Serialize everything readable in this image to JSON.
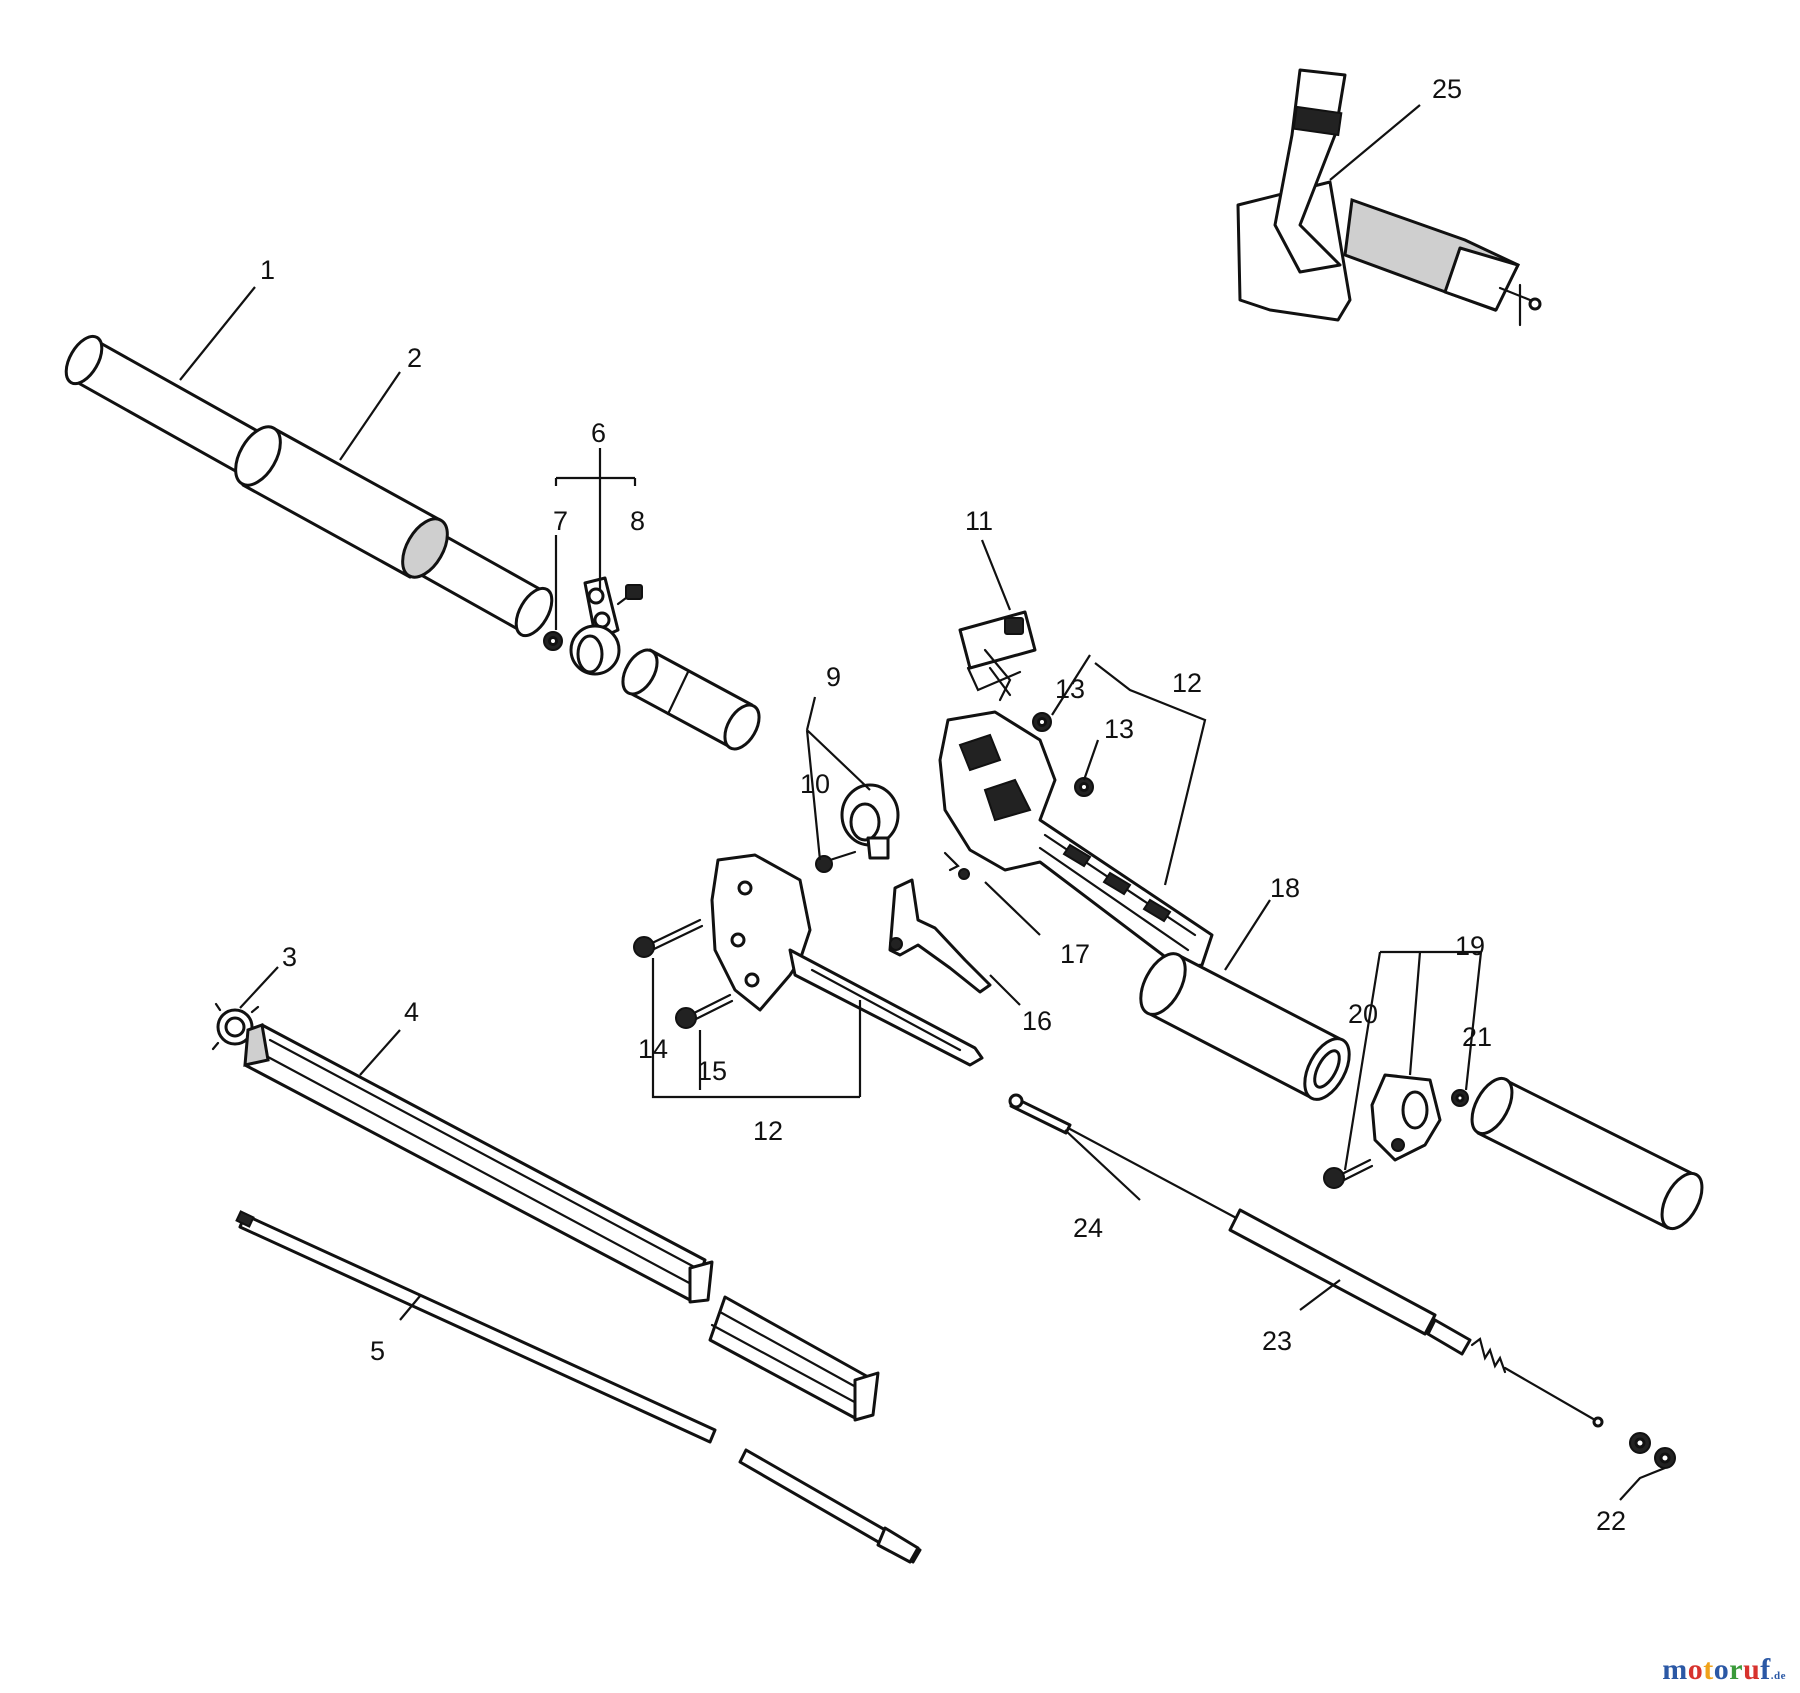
{
  "callouts": {
    "c1": "1",
    "c2": "2",
    "c3": "3",
    "c4": "4",
    "c5": "5",
    "c6": "6",
    "c7": "7",
    "c8": "8",
    "c9": "9",
    "c10": "10",
    "c11": "11",
    "c12a": "12",
    "c12b": "12",
    "c13a": "13",
    "c13b": "13",
    "c14": "14",
    "c15": "15",
    "c16": "16",
    "c17": "17",
    "c18": "18",
    "c19": "19",
    "c20": "20",
    "c21": "21",
    "c22": "22",
    "c23": "23",
    "c24": "24",
    "c25": "25"
  },
  "watermark": {
    "letters": [
      "m",
      "o",
      "t",
      "o",
      "r",
      "u",
      "f"
    ],
    "colors": [
      "#2b58a5",
      "#d7322d",
      "#f0a21a",
      "#2b58a5",
      "#3a9a3a",
      "#d7322d",
      "#2b58a5"
    ],
    "suffix": ".de"
  }
}
